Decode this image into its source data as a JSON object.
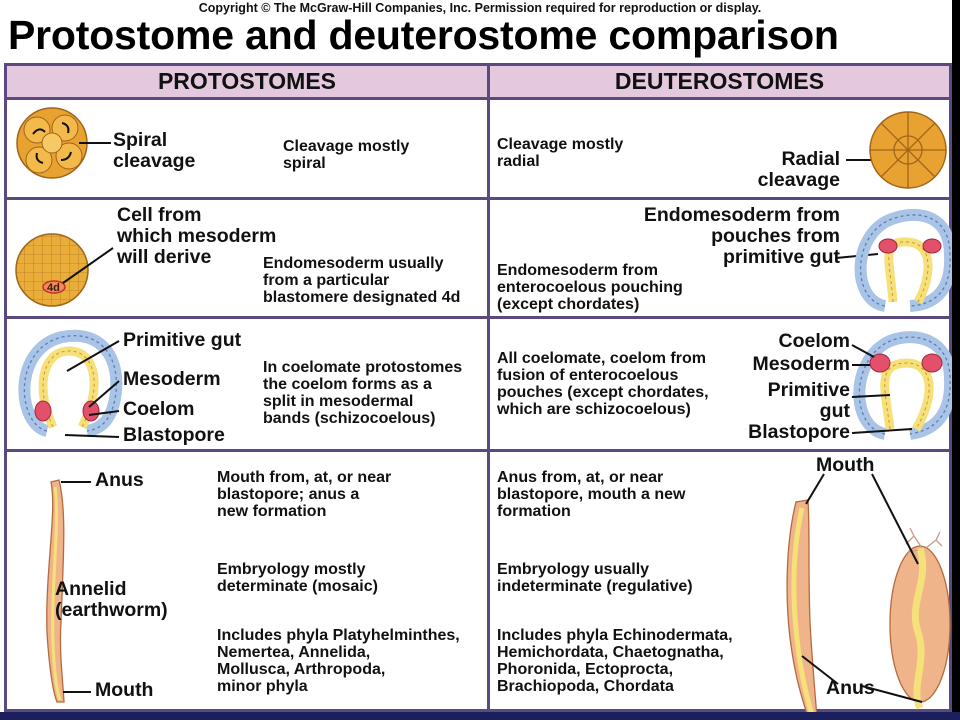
{
  "copyright": "Copyright © The McGraw-Hill Companies, Inc. Permission required for reproduction or display.",
  "title": "Protostome and deuterostome comparison",
  "headers": {
    "left": "PROTOSTOMES",
    "right": "DEUTEROSTOMES"
  },
  "row1": {
    "left_label": "Spiral\ncleavage",
    "left_text": "Cleavage mostly\nspiral",
    "right_text": "Cleavage mostly\nradial",
    "right_label": "Radial\ncleavage"
  },
  "row2": {
    "left_label": "Cell from\nwhich mesoderm\nwill derive",
    "left_cell_tag": "4d",
    "left_text": "Endomesoderm usually\nfrom a particular\nblastomere designated 4d",
    "right_label": "Endomesoderm from\npouches from\nprimitive gut",
    "right_text": "Endomesoderm from\nenterocoelous pouching\n(except chordates)"
  },
  "row3": {
    "left_labels": {
      "gut": "Primitive gut",
      "mesoderm": "Mesoderm",
      "coelom": "Coelom",
      "blastopore": "Blastopore"
    },
    "left_text": "In coelomate protostomes\nthe coelom forms as a\nsplit in mesodermal\nbands (schizocoelous)",
    "right_text": "All coelomate, coelom from\nfusion of enterocoelous\npouches (except chordates,\nwhich are schizocoelous)",
    "right_labels": {
      "coelom": "Coelom",
      "mesoderm": "Mesoderm",
      "gut": "Primitive\ngut",
      "blastopore": "Blastopore"
    }
  },
  "row4": {
    "left_labels": {
      "anus": "Anus",
      "organism": "Annelid\n(earthworm)",
      "mouth": "Mouth"
    },
    "left_texts": [
      "Mouth from, at, or near\nblastopore; anus a\nnew formation",
      "Embryology mostly\ndeterminate (mosaic)",
      "Includes phyla Platyhelminthes,\nNemertea, Annelida,\nMollusca, Arthropoda,\nminor phyla"
    ],
    "right_texts": [
      "Anus from, at, or near\nblastopore, mouth a new\nformation",
      "Embryology usually\nindeterminate (regulative)",
      "Includes phyla Echinodermata,\nHemichordata, Chaetognatha,\nPhoronida, Ectoprocta,\nBrachiopoda, Chordata"
    ],
    "right_labels": {
      "mouth": "Mouth",
      "anus": "Anus"
    }
  },
  "colors": {
    "grid": "#5a4a7e",
    "header_bg": "#e4c9de",
    "embryo": "#e8a232",
    "gut": "#f5e07a",
    "mesoderm": "#e2506a",
    "ectoderm": "#a9c4e6",
    "worm": "#f0b48a"
  }
}
